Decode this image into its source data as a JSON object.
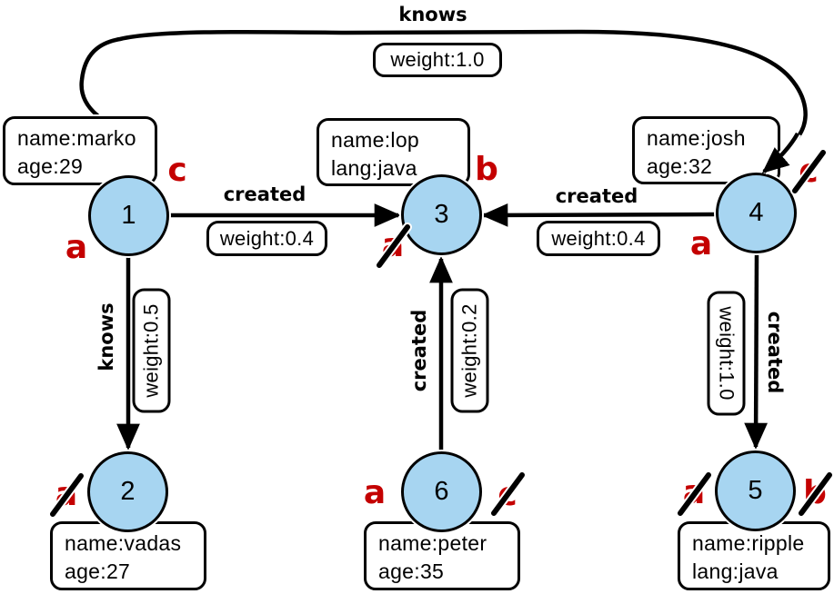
{
  "colors": {
    "background": "#ffffff",
    "node_fill": "#a7d5f1",
    "node_border": "#000000",
    "edge_color": "#000000",
    "annotation_red": "#c40000"
  },
  "nodes": [
    {
      "id": "1",
      "properties": [
        "name:marko",
        "age:29"
      ]
    },
    {
      "id": "2",
      "properties": [
        "name:vadas",
        "age:27"
      ]
    },
    {
      "id": "3",
      "properties": [
        "name:lop",
        "lang:java"
      ]
    },
    {
      "id": "4",
      "properties": [
        "name:josh",
        "age:32"
      ]
    },
    {
      "id": "5",
      "properties": [
        "name:ripple",
        "lang:java"
      ]
    },
    {
      "id": "6",
      "properties": [
        "name:peter",
        "age:35"
      ]
    }
  ],
  "edges": [
    {
      "from": "1",
      "to": "4",
      "label": "knows",
      "weight": "weight:1.0"
    },
    {
      "from": "1",
      "to": "3",
      "label": "created",
      "weight": "weight:0.4"
    },
    {
      "from": "4",
      "to": "3",
      "label": "created",
      "weight": "weight:0.4"
    },
    {
      "from": "1",
      "to": "2",
      "label": "knows",
      "weight": "weight:0.5"
    },
    {
      "from": "6",
      "to": "3",
      "label": "created",
      "weight": "weight:0.2"
    },
    {
      "from": "4",
      "to": "5",
      "label": "created",
      "weight": "weight:1.0"
    }
  ],
  "annotations": [
    {
      "letter": "c",
      "node": "1",
      "position": "top-right",
      "struck": false
    },
    {
      "letter": "a",
      "node": "1",
      "position": "bottom-left",
      "struck": false
    },
    {
      "letter": "b",
      "node": "3",
      "position": "top-right",
      "struck": false
    },
    {
      "letter": "a",
      "node": "3",
      "position": "bottom-left",
      "struck": true
    },
    {
      "letter": "c",
      "node": "4",
      "position": "top-right",
      "struck": true
    },
    {
      "letter": "a",
      "node": "4",
      "position": "bottom-left",
      "struck": false
    },
    {
      "letter": "a",
      "node": "2",
      "position": "left",
      "struck": true
    },
    {
      "letter": "a",
      "node": "6",
      "position": "left",
      "struck": false
    },
    {
      "letter": "c",
      "node": "6",
      "position": "right",
      "struck": true
    },
    {
      "letter": "a",
      "node": "5",
      "position": "left",
      "struck": true
    },
    {
      "letter": "b",
      "node": "5",
      "position": "right",
      "struck": true
    }
  ]
}
